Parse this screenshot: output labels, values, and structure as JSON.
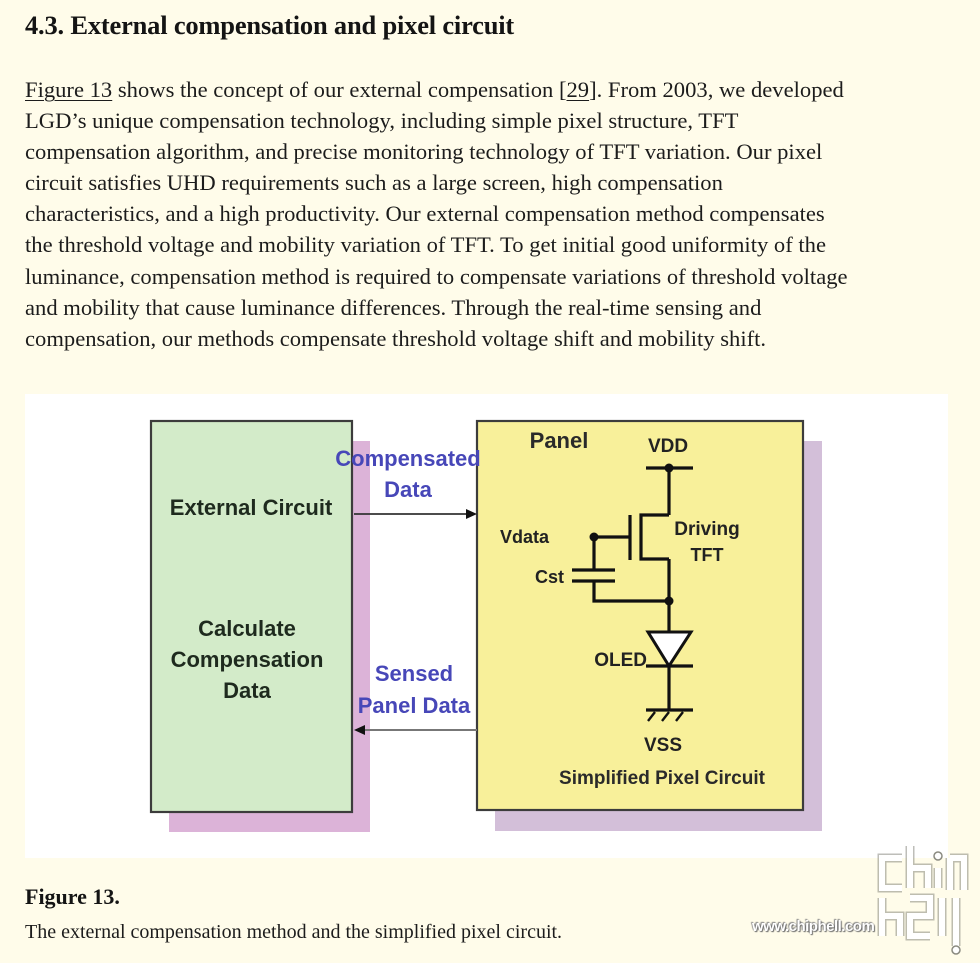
{
  "section": {
    "title": "4.3. External compensation and pixel circuit"
  },
  "paragraph": {
    "figure_link": "Figure 13",
    "ref_link": "29",
    "line1_a": " shows the concept of our external compensation [",
    "line1_b": "]. From 2003, we developed",
    "line2": "LGD’s unique compensation technology, including simple pixel structure, TFT",
    "line3": "compensation algorithm, and precise monitoring technology of TFT variation. Our pixel",
    "line4": "circuit satisfies UHD requirements such as a large screen, high compensation",
    "line5": "characteristics, and a high productivity. Our external compensation method compensates",
    "line6": "the threshold voltage and mobility variation of TFT. To get initial good uniformity of the",
    "line7": "luminance, compensation method is required to compensate variations of threshold voltage",
    "line8": "and mobility that cause luminance differences. Through the real-time sensing and",
    "line9": "compensation, our methods compensate threshold voltage shift and mobility shift."
  },
  "diagram": {
    "external_box": {
      "title": "External Circuit",
      "function_lines": [
        "Calculate",
        "Compensation",
        "Data"
      ],
      "fill": "#d3ebc9",
      "shadow": "#dcb3d8"
    },
    "panel_box": {
      "title": "Panel",
      "fill": "#f8f09a",
      "shadow": "#d3bfd9"
    },
    "arrow_out": {
      "label_lines": [
        "Compensated",
        "Data"
      ],
      "direction": "to-panel"
    },
    "arrow_in": {
      "label_lines": [
        "Sensed",
        "Panel Data"
      ],
      "direction": "to-external"
    },
    "label_color": "#4747b8",
    "circuit": {
      "vdd": "VDD",
      "vdata": "Vdata",
      "cst": "Cst",
      "driving_tft": [
        "Driving",
        "TFT"
      ],
      "oled": "OLED",
      "vss": "VSS",
      "caption": "Simplified Pixel Circuit"
    }
  },
  "figure": {
    "label": "Figure 13.",
    "caption": "The external compensation method and the simplified pixel circuit."
  },
  "watermark": {
    "site": "www.chiphell.com",
    "logo_top": "chip",
    "logo_bottom": "hell"
  }
}
